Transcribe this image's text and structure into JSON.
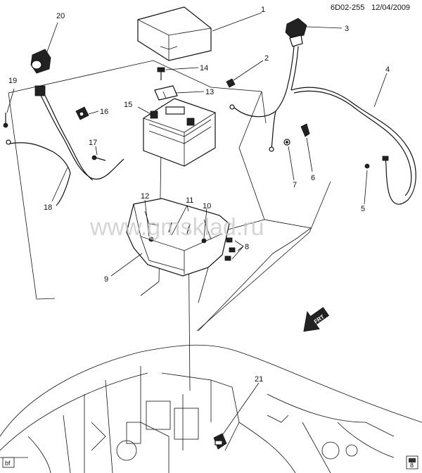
{
  "header": {
    "code": "6D02-255",
    "date": "12/04/2009"
  },
  "watermark": "www.gmsklad.ru",
  "corner_tags": {
    "bottom_left": "bf",
    "bottom_right": "8"
  },
  "forward_arrow_label": "FRT",
  "callouts": [
    {
      "id": "c1",
      "label": "1"
    },
    {
      "id": "c2",
      "label": "2"
    },
    {
      "id": "c3",
      "label": "3"
    },
    {
      "id": "c4",
      "label": "4"
    },
    {
      "id": "c5",
      "label": "5"
    },
    {
      "id": "c6",
      "label": "6"
    },
    {
      "id": "c7",
      "label": "7"
    },
    {
      "id": "c8",
      "label": "8"
    },
    {
      "id": "c9",
      "label": "9"
    },
    {
      "id": "c10",
      "label": "10"
    },
    {
      "id": "c11",
      "label": "11"
    },
    {
      "id": "c12",
      "label": "12"
    },
    {
      "id": "c13",
      "label": "13"
    },
    {
      "id": "c14",
      "label": "14"
    },
    {
      "id": "c15",
      "label": "15"
    },
    {
      "id": "c16",
      "label": "16"
    },
    {
      "id": "c17",
      "label": "17"
    },
    {
      "id": "c18",
      "label": "18"
    },
    {
      "id": "c19",
      "label": "19"
    },
    {
      "id": "c20",
      "label": "20"
    },
    {
      "id": "c21",
      "label": "21"
    }
  ]
}
